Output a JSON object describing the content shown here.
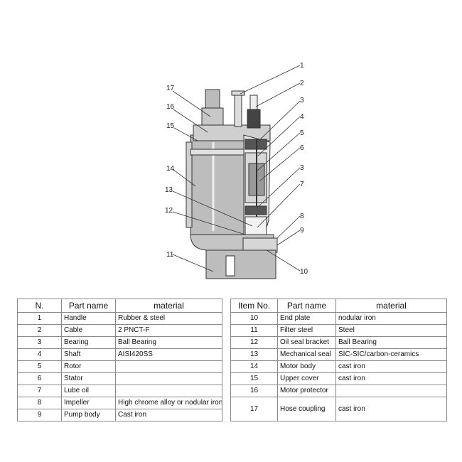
{
  "diagram": {
    "callouts": [
      "1",
      "2",
      "3",
      "4",
      "5",
      "6",
      "3",
      "7",
      "8",
      "9",
      "10",
      "17",
      "16",
      "15",
      "14",
      "13",
      "12",
      "11"
    ]
  },
  "table": {
    "headers": {
      "left": [
        "N.",
        "Part name",
        "material"
      ],
      "right": [
        "Item No.",
        "Part name",
        "material"
      ]
    },
    "left_rows": [
      {
        "n": "1",
        "part": "Handle",
        "material": "Rubber & steel"
      },
      {
        "n": "2",
        "part": "Cable",
        "material": "2 PNCT-F"
      },
      {
        "n": "3",
        "part": "Bearing",
        "material": "Ball Bearing"
      },
      {
        "n": "4",
        "part": "Shaft",
        "material": "AISI420SS"
      },
      {
        "n": "5",
        "part": "Rotor",
        "material": ""
      },
      {
        "n": "6",
        "part": "Stator",
        "material": ""
      },
      {
        "n": "7",
        "part": "Lube oil",
        "material": ""
      },
      {
        "n": "8",
        "part": "Impeller",
        "material": "High chrome alloy or nodular iron"
      },
      {
        "n": "9",
        "part": "Pump body",
        "material": "Cast iron"
      }
    ],
    "right_rows": [
      {
        "n": "10",
        "part": "End plate",
        "material": "nodular iron"
      },
      {
        "n": "11",
        "part": "Filter steel",
        "material": "Steel"
      },
      {
        "n": "12",
        "part": "Oil seal bracket",
        "material": "Ball Bearing"
      },
      {
        "n": "13",
        "part": "Mechanical seal",
        "material": "SIC-SIC/carbon-ceramics"
      },
      {
        "n": "14",
        "part": "Motor body",
        "material": "cast iron"
      },
      {
        "n": "15",
        "part": "Upper cover",
        "material": "cast iron"
      },
      {
        "n": "16",
        "part": "Motor protector",
        "material": ""
      },
      {
        "n": "17",
        "part": "Hose coupling",
        "material": "cast iron"
      }
    ]
  }
}
